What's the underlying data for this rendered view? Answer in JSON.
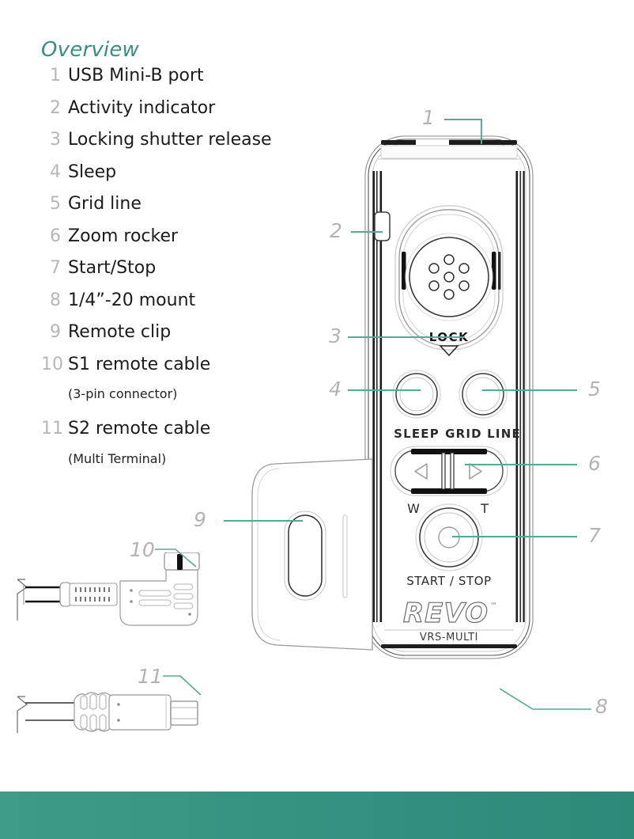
{
  "legend": {
    "title": "Overview",
    "items": [
      {
        "num": "1",
        "label": "USB Mini-B port"
      },
      {
        "num": "2",
        "label": "Activity indicator"
      },
      {
        "num": "3",
        "label": "Locking shutter release"
      },
      {
        "num": "4",
        "label": "Sleep"
      },
      {
        "num": "5",
        "label": "Grid line"
      },
      {
        "num": "6",
        "label": "Zoom rocker"
      },
      {
        "num": "7",
        "label": "Start/Stop"
      },
      {
        "num": "8",
        "label": "1/4”-20 mount"
      },
      {
        "num": "9",
        "label": "Remote clip"
      },
      {
        "num": "10",
        "label": "S1 remote cable"
      },
      {
        "num": "",
        "label": "(3-pin connector)",
        "sub": true
      },
      {
        "num": "11",
        "label": "S2 remote cable"
      },
      {
        "num": "",
        "label": "(Multi Terminal)",
        "sub": true
      }
    ]
  },
  "callouts": {
    "c1": "1",
    "c2": "2",
    "c3": "3",
    "c4": "4",
    "c5": "5",
    "c6": "6",
    "c7": "7",
    "c8": "8",
    "c9": "9",
    "c10": "10",
    "c11": "11"
  },
  "device": {
    "lock_label": "LOCK",
    "sleep_label": "SLEEP",
    "grid_line_label": "GRID LINE",
    "zoom_wide_label": "W",
    "zoom_tele_label": "T",
    "start_stop_label": "START / STOP",
    "brand": "REVO",
    "brand_tm": "™",
    "model": "VRS-MULTI"
  },
  "colors": {
    "accent_teal": "#3c8d7e",
    "leader_line": "#57a894",
    "callout_gray": "#b3b3b3",
    "legend_num_gray": "#b6b6b6",
    "legend_text": "#1b1b1b",
    "footer_bar": "#349080",
    "outline": "#2b2b2b",
    "outline_light": "#bdbdbd"
  }
}
